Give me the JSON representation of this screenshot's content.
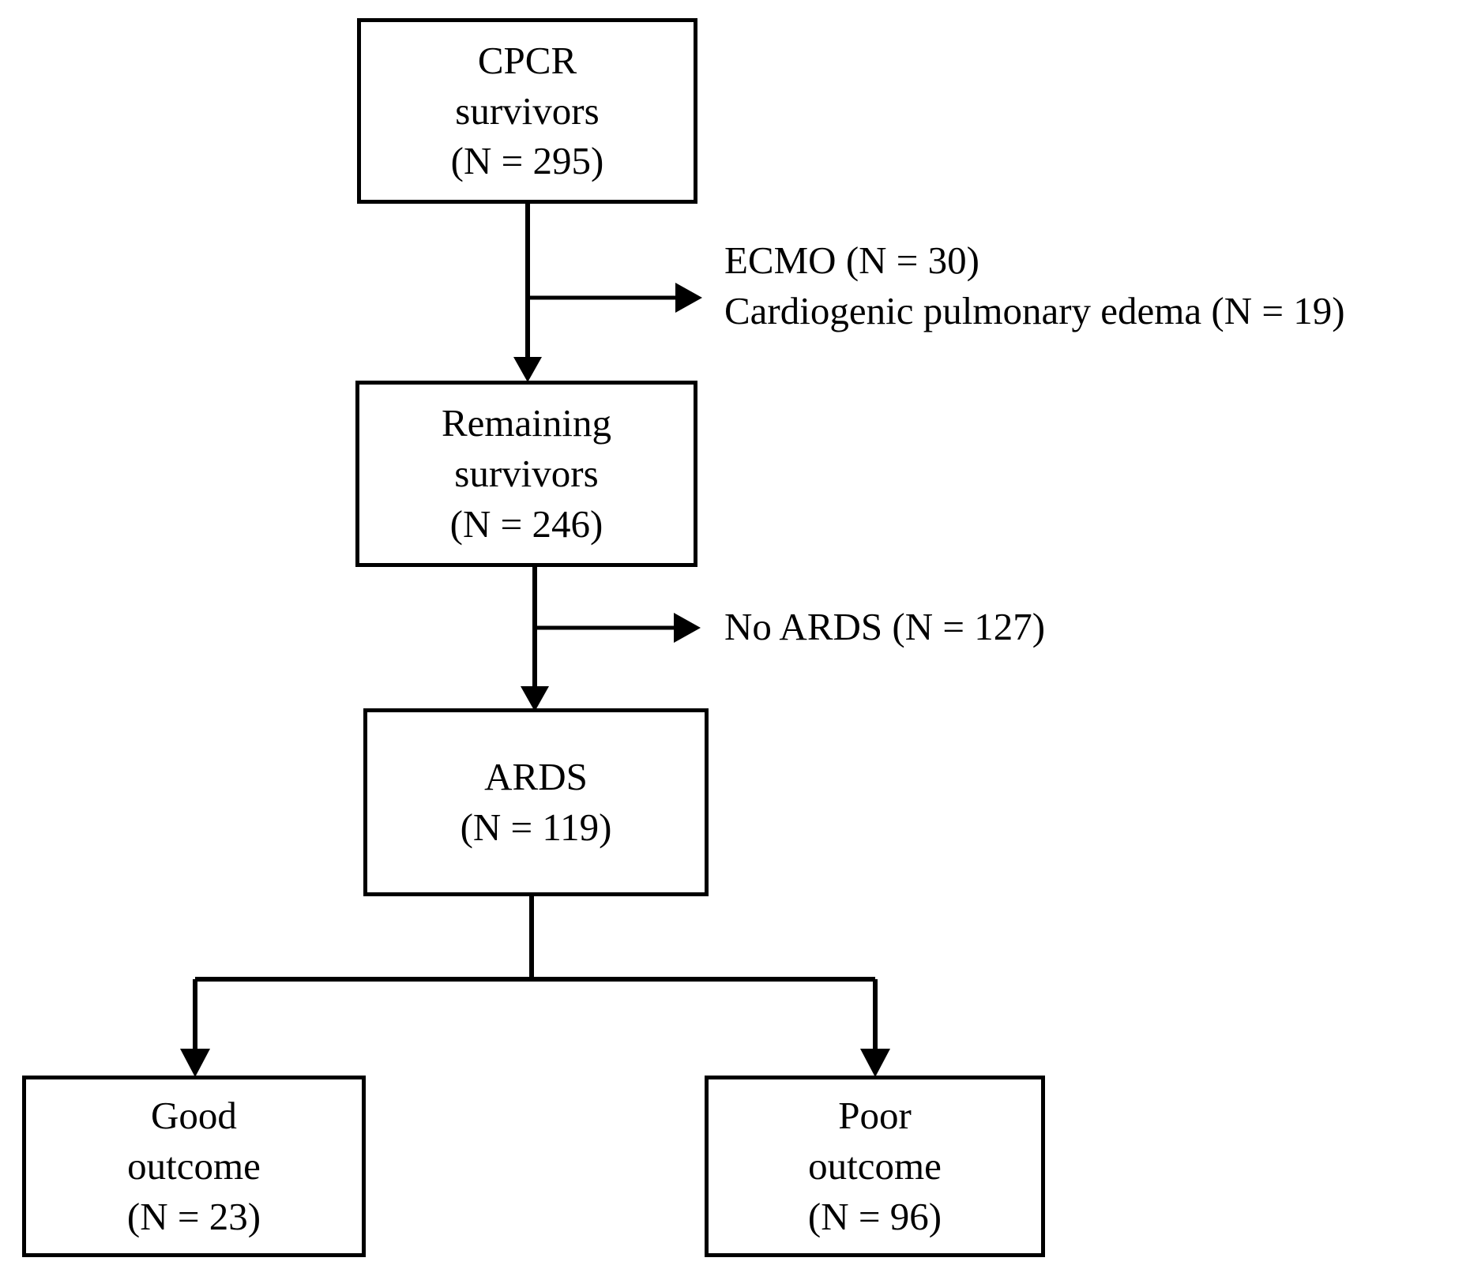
{
  "figure": {
    "type": "flowchart",
    "orientation": "top-down",
    "background_color": "#ffffff",
    "line_color": "#000000",
    "text_color": "#000000"
  },
  "nodes": {
    "cpcr_survivors": {
      "id": "cpcr-survivors",
      "lines": [
        "CPCR",
        "survivors",
        "(N = 295)"
      ],
      "label": "CPCR survivors",
      "count": 295
    },
    "remaining_survivors": {
      "id": "remaining-survivors",
      "lines": [
        "Remaining",
        "survivors",
        "(N = 246)"
      ],
      "label": "Remaining survivors",
      "count": 246
    },
    "ards": {
      "id": "ards",
      "lines": [
        "ARDS",
        "(N = 119)"
      ],
      "label": "ARDS",
      "count": 119
    },
    "good_outcome": {
      "id": "good-outcome",
      "lines": [
        "Good",
        "outcome",
        "(N = 23)"
      ],
      "label": "Good outcome",
      "count": 23
    },
    "poor_outcome": {
      "id": "poor-outcome",
      "lines": [
        "Poor",
        "outcome",
        "(N = 96)"
      ],
      "label": "Poor outcome",
      "count": 96
    }
  },
  "exclusion_labels": {
    "first": {
      "lines": [
        "ECMO (N = 30)",
        "Cardiogenic pulmonary edema (N = 19)"
      ],
      "items": [
        {
          "label": "ECMO",
          "count": 30
        },
        {
          "label": "Cardiogenic pulmonary edema",
          "count": 19
        }
      ]
    },
    "second": {
      "lines": [
        "No ARDS (N = 127)"
      ],
      "items": [
        {
          "label": "No ARDS",
          "count": 127
        }
      ]
    }
  },
  "edges": [
    {
      "from": "cpcr-survivors",
      "to": "remaining-survivors",
      "style": "arrow-down"
    },
    {
      "from": "cpcr-survivors",
      "to": "exclusion-1",
      "style": "arrow-right"
    },
    {
      "from": "remaining-survivors",
      "to": "ards",
      "style": "arrow-down"
    },
    {
      "from": "remaining-survivors",
      "to": "exclusion-2",
      "style": "arrow-right"
    },
    {
      "from": "ards",
      "to": "good-outcome",
      "style": "arrow-down-split-left"
    },
    {
      "from": "ards",
      "to": "poor-outcome",
      "style": "arrow-down-split-right"
    }
  ]
}
